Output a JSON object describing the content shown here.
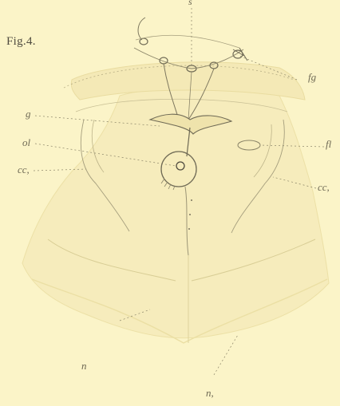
{
  "figure": {
    "label": "Fig.4."
  },
  "labels": {
    "top": "s",
    "fg": "fg",
    "g": "g",
    "ol": "ol",
    "fl": "fl",
    "cc_left": "cc,",
    "cc_right": "cc,",
    "n": "n",
    "n1": "n,"
  },
  "colors": {
    "paper": "#fbf4c8",
    "ink": "#6f6a55",
    "faint": "#e8dfae"
  }
}
